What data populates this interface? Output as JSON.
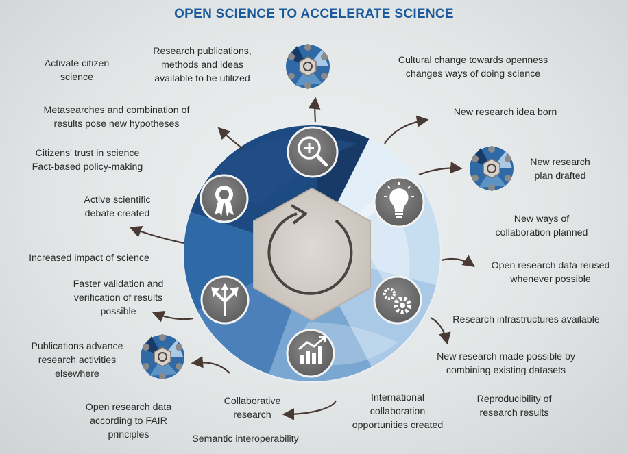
{
  "title": "OPEN SCIENCE TO ACCELERATE SCIENCE",
  "labels": {
    "activate_citizen": "Activate citizen\nscience",
    "research_publications": "Research publications,\nmethods and ideas\navailable to be utilized",
    "cultural_change": "Cultural change towards openness\nchanges ways of doing science",
    "metasearches": "Metasearches and combination of\nresults pose new hypotheses",
    "new_idea": "New research idea born",
    "citizens_trust": "Citizens' trust in science\nFact-based policy-making",
    "new_plan": "New research\nplan drafted",
    "active_debate": "Active scientific\ndebate created",
    "new_ways": "New ways of\ncollaboration planned",
    "increased_impact": "Increased impact of science",
    "open_data_reused": "Open research data reused\nwhenever possible",
    "faster_validation": "Faster validation and\nverification of results\npossible",
    "infrastructures": "Research infrastructures available",
    "publications_advance": "Publications advance\nresearch activities\nelsewhere",
    "new_research": "New research made possible by\ncombining existing datasets",
    "collaborative": "Collaborative\nresearch",
    "international": "International\ncollaboration\nopportunities created",
    "reproducibility": "Reproducibility of\nresearch results",
    "fair": "Open research data\naccording to FAIR\nprinciples",
    "semantic": "Semantic interoperability"
  },
  "icons": [
    "magnifier-plus-icon",
    "lightbulb-icon",
    "gears-icon",
    "growth-chart-icon",
    "arrows-split-icon",
    "award-ribbon-icon",
    "cycle-arrow-icon",
    "mini-wheel-icon"
  ],
  "colors": {
    "title": "#1b5a9c",
    "navy": "#173a66",
    "blue": "#2f6aa6",
    "mid": "#5e93c6",
    "light": "#a9c9e6",
    "pale": "#d4e6f4",
    "icon_gray": "#6d6d6d",
    "arrow": "#4a3a34"
  }
}
